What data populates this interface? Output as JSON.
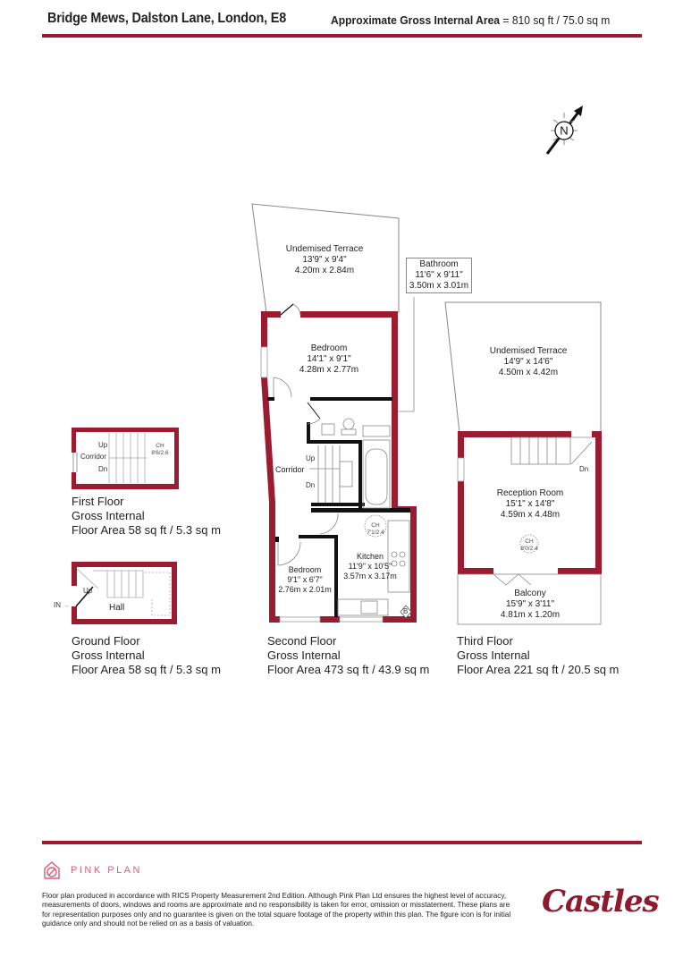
{
  "header": {
    "title": "Bridge Mews, Dalston Lane, London, E8",
    "area_label": "Approximate Gross Internal Area",
    "area_value": "= 810 sq ft / 75.0 sq m"
  },
  "compass": {
    "icon": "north-arrow-icon",
    "label": "N"
  },
  "colors": {
    "wall": "#9b1b30",
    "rule": "#9b1b30",
    "inner_wall": "#111111",
    "brand_pink": "#e05a7a"
  },
  "floors": {
    "first": {
      "name": "First Floor",
      "line2": "Gross Internal",
      "line3": "Floor Area 58 sq ft / 5.3 sq m",
      "labels": {
        "up": "Up",
        "corridor": "Corridor",
        "dn": "Dn",
        "ch": "CH",
        "ch_value": "8'6/2.6"
      }
    },
    "ground": {
      "name": "Ground Floor",
      "line2": "Gross Internal",
      "line3": "Floor Area 58 sq ft / 5.3 sq m",
      "labels": {
        "up": "Up",
        "hall": "Hall",
        "in": "IN"
      }
    },
    "second": {
      "name": "Second Floor",
      "line2": "Gross Internal",
      "line3": "Floor Area 473 sq ft / 43.9 sq m",
      "rooms": {
        "terrace": {
          "name": "Undemised Terrace",
          "imperial": "13'9\" x 9'4\"",
          "metric": "4.20m x 2.84m"
        },
        "bathroom": {
          "name": "Bathroom",
          "imperial": "11'6\" x 9'11\"",
          "metric": "3.50m x 3.01m"
        },
        "bedroom1": {
          "name": "Bedroom",
          "imperial": "14'1\" x 9'1\"",
          "metric": "4.28m x 2.77m"
        },
        "corridor": {
          "name": "Corridor",
          "up": "Up",
          "dn": "Dn"
        },
        "kitchen": {
          "name": "Kitchen",
          "imperial": "11'9\" x 10'5\"",
          "metric": "3.57m x 3.17m",
          "ch": "CH",
          "ch_value": "7'1/2.4"
        },
        "bedroom2": {
          "name": "Bedroom",
          "imperial": "9'1\" x 6'7\"",
          "metric": "2.76m x 2.01m"
        },
        "boiler": "B"
      }
    },
    "third": {
      "name": "Third Floor",
      "line2": "Gross Internal",
      "line3": "Floor Area 221 sq ft / 20.5 sq m",
      "rooms": {
        "terrace": {
          "name": "Undemised Terrace",
          "imperial": "14'9\" x 14'6\"",
          "metric": "4.50m x 4.42m"
        },
        "reception": {
          "name": "Reception Room",
          "imperial": "15'1\" x 14'8\"",
          "metric": "4.59m x 4.48m",
          "ch": "CH",
          "ch_value": "8'0/2.4"
        },
        "balcony": {
          "name": "Balcony",
          "imperial": "15'9\" x 3'11\"",
          "metric": "4.81m x 1.20m"
        },
        "dn": "Dn"
      }
    }
  },
  "footer": {
    "brand": "PINK PLAN",
    "disclaimer": "Floor plan produced in accordance with RICS Property Measurement 2nd Edition. Although Pink Plan Ltd ensures the highest level of accuracy, measurements of doors, windows and rooms are approximate and no responsibility is taken for error, omission or misstatement. These plans are for representation purposes only and no guarantee is given on the total square footage of the property within this plan. The figure icon is for initial guidance only and should not be relied on as a basis of valuation.",
    "agent_logo": "Castles"
  }
}
